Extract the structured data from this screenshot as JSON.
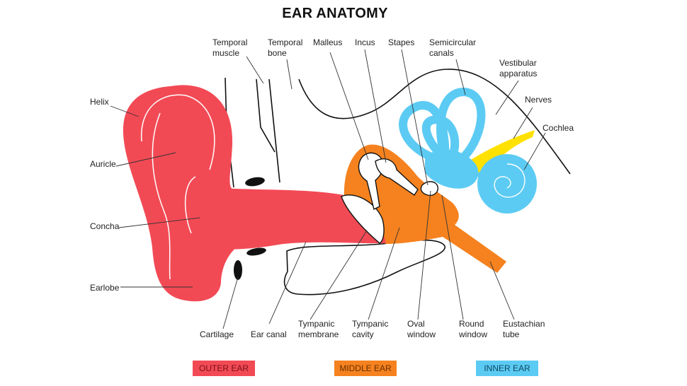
{
  "title": "EAR ANATOMY",
  "colors": {
    "outer_ear": "#F24A55",
    "middle_ear": "#F5821F",
    "inner_ear": "#5CCBF3",
    "nerves": "#FFE100",
    "outline": "#111111"
  },
  "labels": {
    "temporal_muscle": "Temporal\nmuscle",
    "temporal_bone": "Temporal\nbone",
    "malleus": "Malleus",
    "incus": "Incus",
    "stapes": "Stapes",
    "semicircular_canals": "Semicircular\ncanals",
    "vestibular_apparatus": "Vestibular\napparatus",
    "nerves": "Nerves",
    "cochlea": "Cochlea",
    "helix": "Helix",
    "auricle": "Auricle",
    "concha": "Concha",
    "earlobe": "Earlobe",
    "cartilage": "Cartilage",
    "ear_canal": "Ear canal",
    "tympanic_membrane": "Tympanic\nmembrane",
    "tympanic_cavity": "Tympanic\ncavity",
    "oval_window": "Oval\nwindow",
    "round_window": "Round\nwindow",
    "eustachian_tube": "Eustachian\ntube"
  },
  "legend": {
    "outer": "OUTER EAR",
    "middle": "MIDDLE EAR",
    "inner": "INNER EAR"
  }
}
